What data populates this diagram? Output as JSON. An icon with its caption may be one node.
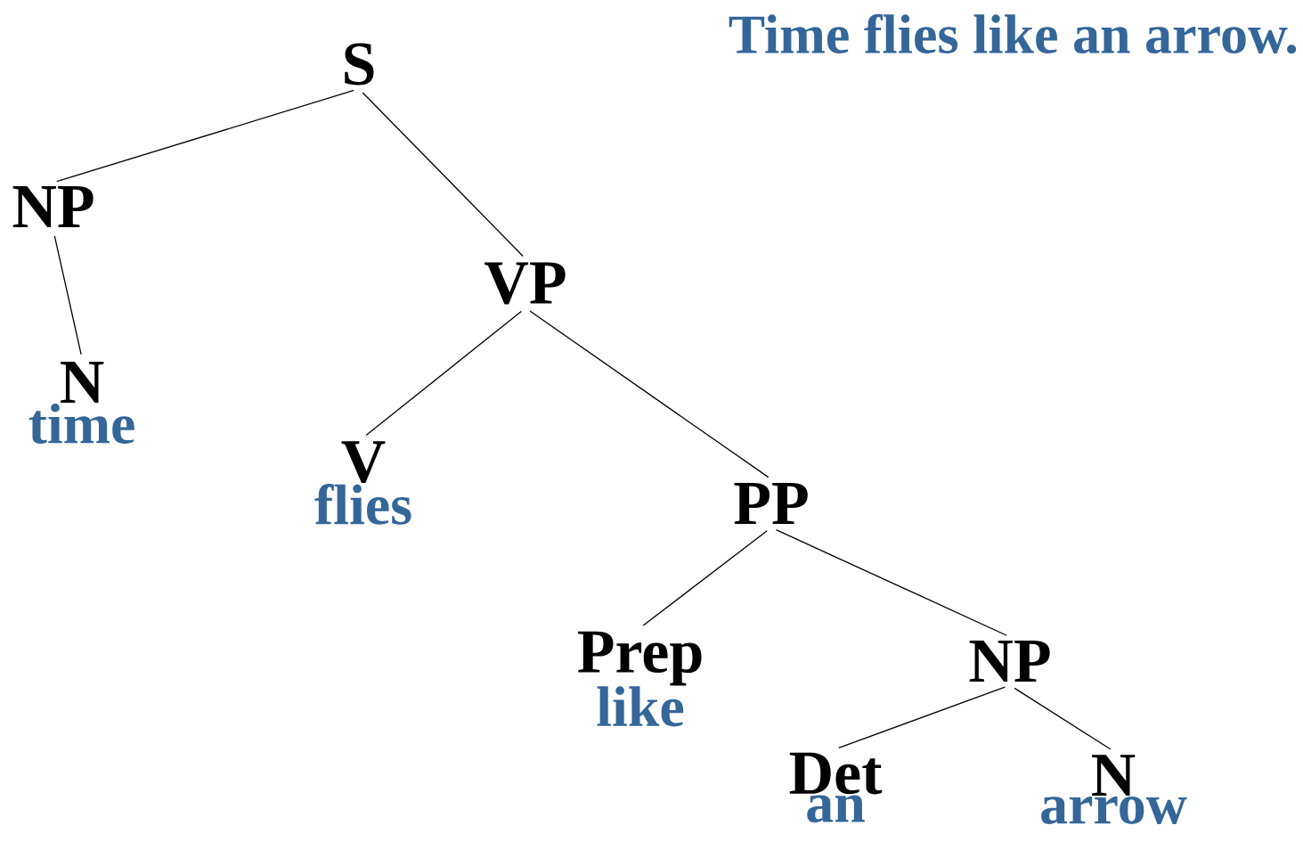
{
  "diagram": {
    "title": "Time flies like an arrow.",
    "nodes": [
      {
        "text": [
          "S"
        ]
      },
      {
        "text": [
          "NP"
        ]
      },
      {
        "text": [
          "VP"
        ]
      },
      {
        "text": [
          "N",
          "time"
        ]
      },
      {
        "text": [
          "V",
          "flies"
        ]
      },
      {
        "text": [
          "PP"
        ]
      },
      {
        "text": [
          "Prep",
          "like"
        ]
      },
      {
        "text": [
          "NP"
        ]
      },
      {
        "text": [
          "Det",
          "an"
        ]
      },
      {
        "text": [
          "N",
          "arrow"
        ]
      }
    ],
    "edges": [
      {
        "from": 0,
        "to": 1,
        "arrow": "none"
      },
      {
        "from": 0,
        "to": 2,
        "arrow": "none"
      },
      {
        "from": 1,
        "to": 3,
        "arrow": "none"
      },
      {
        "from": 2,
        "to": 4,
        "arrow": "none"
      },
      {
        "from": 2,
        "to": 5,
        "arrow": "none"
      },
      {
        "from": 5,
        "to": 6,
        "arrow": "none"
      },
      {
        "from": 5,
        "to": 7,
        "arrow": "none"
      },
      {
        "from": 7,
        "to": 8,
        "arrow": "none"
      },
      {
        "from": 7,
        "to": 9,
        "arrow": "none"
      }
    ]
  }
}
